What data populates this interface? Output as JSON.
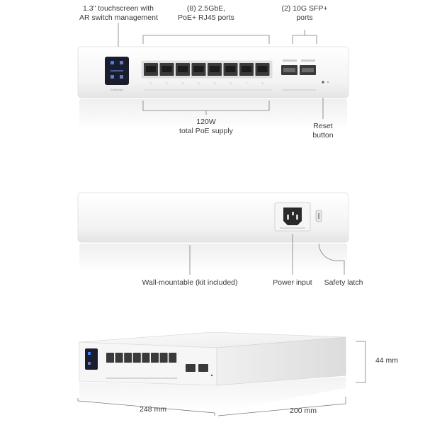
{
  "front_view": {
    "touchscreen": {
      "line1": "1.3\" touchscreen with",
      "line2": "AR switch management"
    },
    "rj45": {
      "line1": "(8) 2.5GbE,",
      "line2": "PoE+ RJ45 ports",
      "port_count": 8
    },
    "sfp": {
      "line1": "(2) 10G SFP+",
      "line2": "ports",
      "port_count": 2
    },
    "poe": {
      "line1": "120W",
      "line2": "total PoE supply"
    },
    "reset": {
      "line1": "Reset",
      "line2": "button"
    },
    "port_numbers": [
      "1",
      "2",
      "3",
      "4",
      "5",
      "6",
      "7",
      "8"
    ]
  },
  "back_view": {
    "wall_mount": "Wall-mountable (kit included)",
    "power_input": "Power input",
    "safety_latch": "Safety latch"
  },
  "dimensions": {
    "height": "44 mm",
    "width": "248 mm",
    "depth": "200 mm"
  },
  "colors": {
    "device_body": "#f4f4f4",
    "screen": "#1a1d2e",
    "screen_accent": "#3b82f6",
    "port_bg": "#3a3a3a"
  }
}
